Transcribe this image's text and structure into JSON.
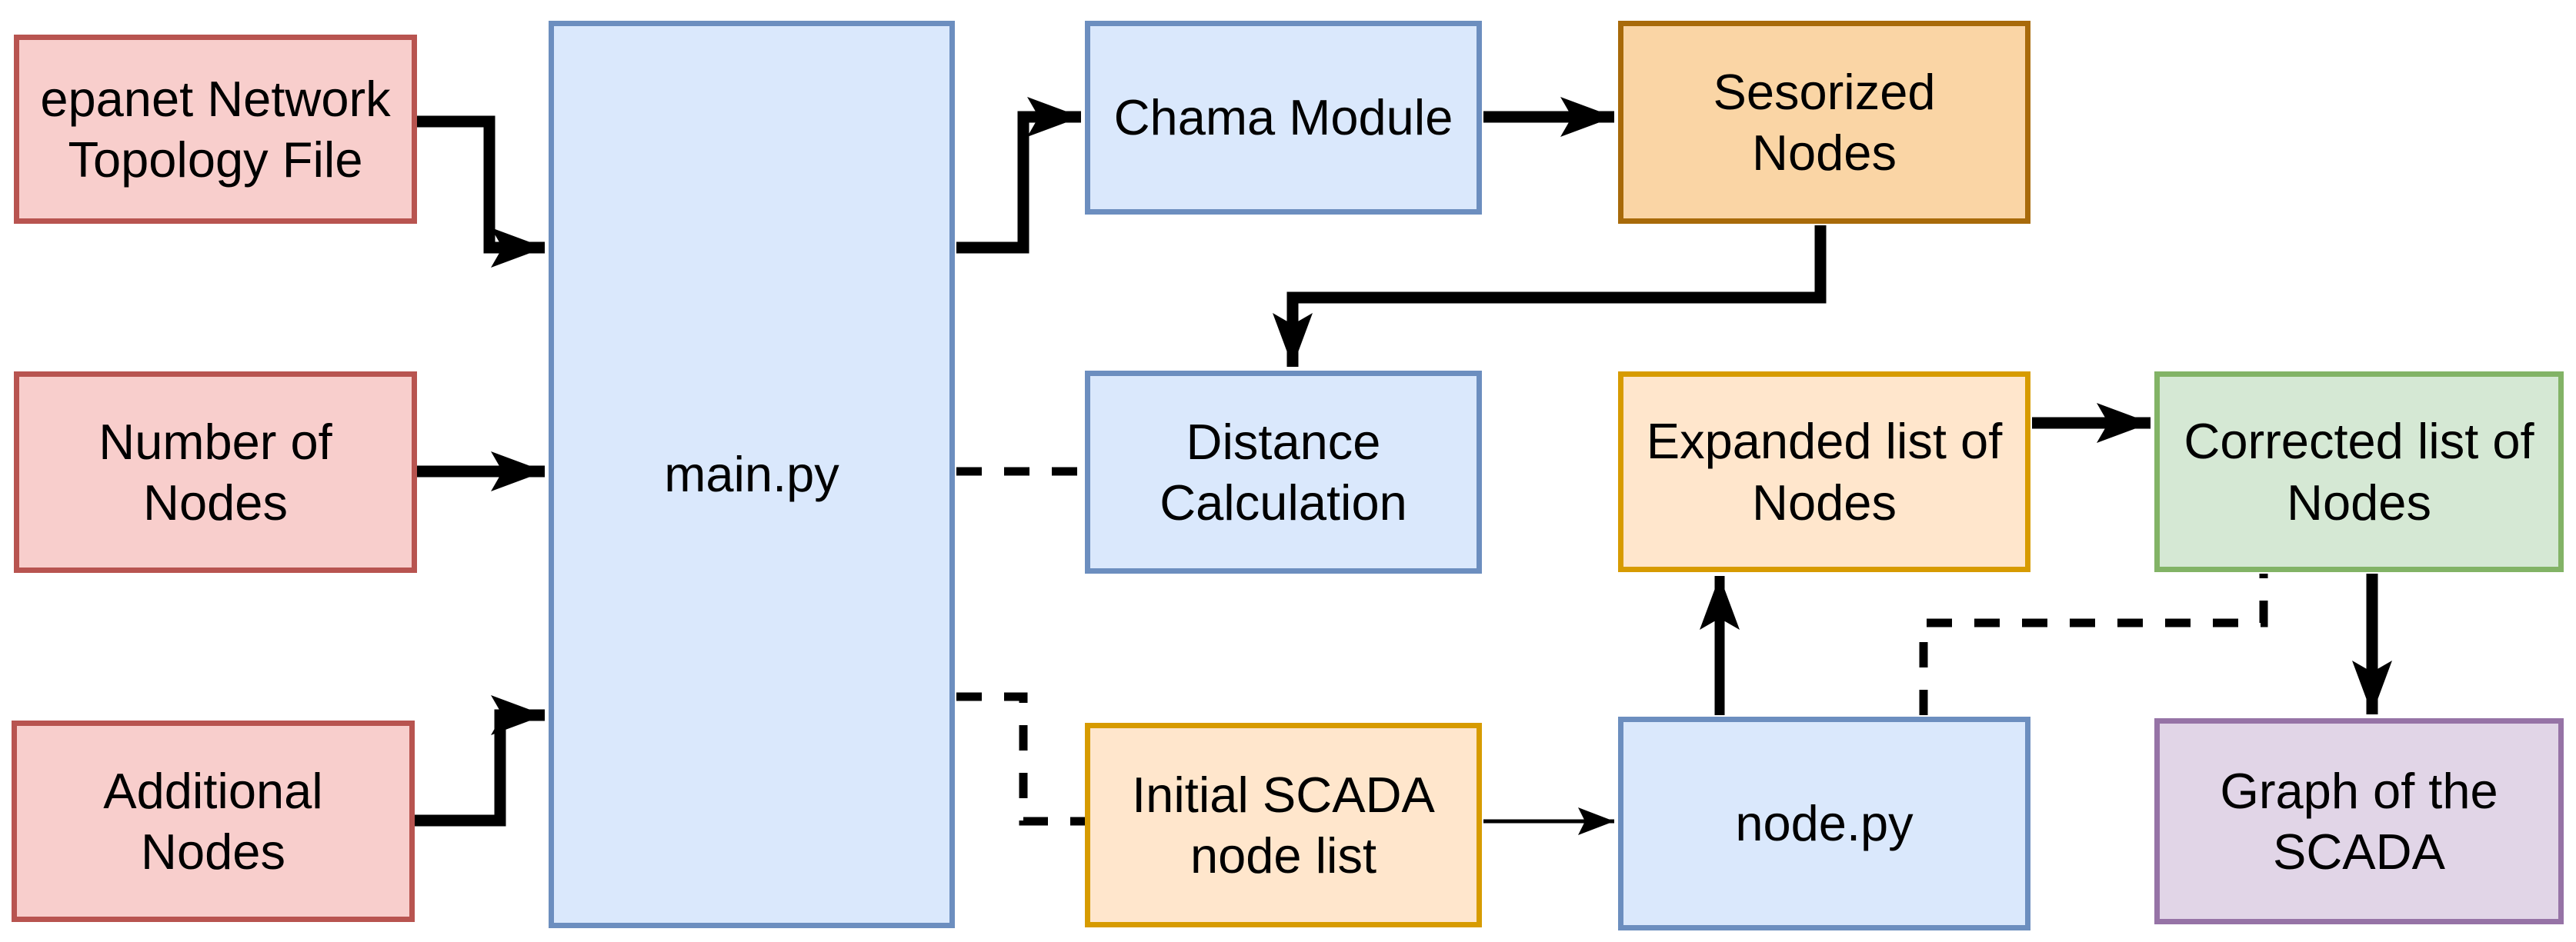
{
  "diagram": {
    "type": "flowchart",
    "background": "#ffffff",
    "nodes": {
      "epanet": {
        "label": "epanet Network\nTopology File",
        "fill": "#f8cecc",
        "border": "#b85450"
      },
      "numnodes": {
        "label": "Number of\nNodes",
        "fill": "#f8cecc",
        "border": "#b85450"
      },
      "addnodes": {
        "label": "Additional\nNodes",
        "fill": "#f8cecc",
        "border": "#b85450"
      },
      "mainpy": {
        "label": "main.py",
        "fill": "#dae8fc",
        "border": "#6c8ebf"
      },
      "chama": {
        "label": "Chama Module",
        "fill": "#dae8fc",
        "border": "#6c8ebf"
      },
      "sesorized": {
        "label": "Sesorized\nNodes",
        "fill": "#fad5a5",
        "border": "#a86a0a"
      },
      "distance": {
        "label": "Distance\nCalculation",
        "fill": "#dae8fc",
        "border": "#6c8ebf"
      },
      "expanded": {
        "label": "Expanded list of\nNodes",
        "fill": "#ffe6cc",
        "border": "#d79b00"
      },
      "corrected": {
        "label": "Corrected list of\nNodes",
        "fill": "#d5e8d4",
        "border": "#82b366"
      },
      "initial": {
        "label": "Initial SCADA\nnode list",
        "fill": "#ffe6cc",
        "border": "#d79b00"
      },
      "nodepy": {
        "label": "node.py",
        "fill": "#dae8fc",
        "border": "#6c8ebf"
      },
      "graph": {
        "label": "Graph of the\nSCADA",
        "fill": "#e1d5e7",
        "border": "#9673a6"
      }
    },
    "edges": [
      {
        "from": "epanet",
        "to": "mainpy",
        "style": "solid-thick",
        "arrowhead": true
      },
      {
        "from": "numnodes",
        "to": "mainpy",
        "style": "solid-thick",
        "arrowhead": true
      },
      {
        "from": "addnodes",
        "to": "mainpy",
        "style": "solid-thick",
        "arrowhead": true
      },
      {
        "from": "mainpy",
        "to": "chama",
        "style": "solid-thick",
        "arrowhead": true
      },
      {
        "from": "chama",
        "to": "sesorized",
        "style": "solid-thick",
        "arrowhead": true
      },
      {
        "from": "sesorized",
        "to": "distance",
        "style": "solid-thick",
        "arrowhead": true
      },
      {
        "from": "mainpy",
        "to": "distance",
        "style": "dashed",
        "arrowhead": false
      },
      {
        "from": "mainpy",
        "to": "initial",
        "style": "dashed",
        "arrowhead": false
      },
      {
        "from": "initial",
        "to": "nodepy",
        "style": "solid-thin",
        "arrowhead": true
      },
      {
        "from": "nodepy",
        "to": "expanded",
        "style": "solid-thick",
        "arrowhead": true
      },
      {
        "from": "expanded",
        "to": "corrected",
        "style": "solid-thick",
        "arrowhead": true
      },
      {
        "from": "nodepy",
        "to": "corrected",
        "style": "dashed",
        "arrowhead": false
      },
      {
        "from": "corrected",
        "to": "graph",
        "style": "solid-thick",
        "arrowhead": true
      }
    ]
  }
}
